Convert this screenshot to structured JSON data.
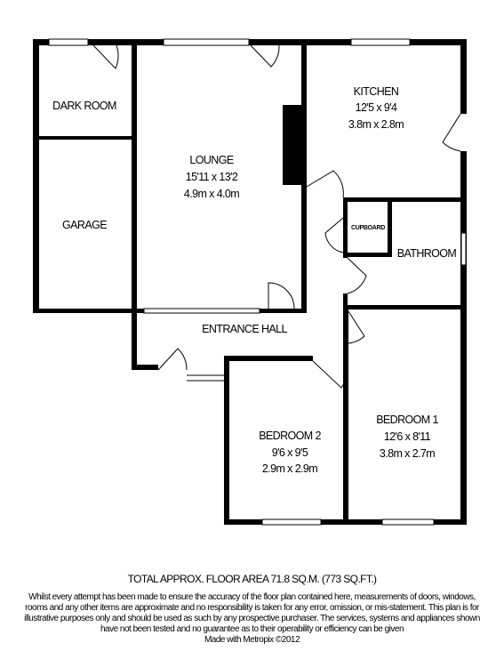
{
  "rooms": {
    "dark_room": {
      "name": "DARK ROOM"
    },
    "garage": {
      "name": "GARAGE"
    },
    "lounge": {
      "name": "LOUNGE",
      "imperial": "15'11 x 13'2",
      "metric": "4.9m x 4.0m"
    },
    "kitchen": {
      "name": "KITCHEN",
      "imperial": "12'5 x 9'4",
      "metric": "3.8m x 2.8m"
    },
    "cupboard": {
      "name": "CUPBOARD"
    },
    "bathroom": {
      "name": "BATHROOM"
    },
    "entrance_hall": {
      "name": "ENTRANCE HALL"
    },
    "bedroom2": {
      "name": "BEDROOM 2",
      "imperial": "9'6 x 9'5",
      "metric": "2.9m x 2.9m"
    },
    "bedroom1": {
      "name": "BEDROOM 1",
      "imperial": "12'6 x 8'11",
      "metric": "3.8m x 2.7m"
    }
  },
  "footer": {
    "area": "TOTAL APPROX. FLOOR AREA 71.8 SQ.M. (773 SQ.FT.)",
    "disclaimer": "Whilst every attempt has been made to ensure the accuracy of the floor plan contained here, measurements of doors, windows, rooms and any other items are approximate and no responsibility is taken for any error, omission, or mis-statement. This plan is for illustrative purposes only and should be used as such by any prospective purchaser. The services, systems and appliances shown have not been tested and no guarantee as to their operability or efficiency can be given",
    "made_with": "Made with Metropix ©2012"
  }
}
